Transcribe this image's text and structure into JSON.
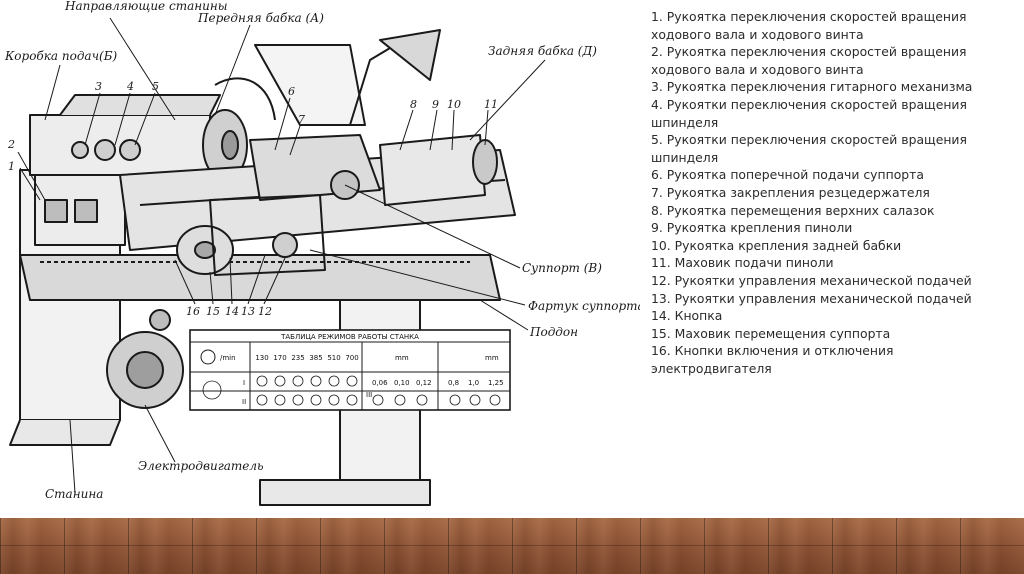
{
  "diagram": {
    "labels": {
      "guides": "Направляющие станины",
      "headstock": "Передняя бабка (А)",
      "feed_box": "Коробка подач(Б)",
      "tailstock": "Задняя бабка (Д)",
      "carriage": "Суппорт (В)",
      "apron": "Фартук суппорта (Г)",
      "tray": "Поддон",
      "motor": "Электродвигатель",
      "bed": "Станина"
    },
    "callouts": [
      "1",
      "2",
      "3",
      "4",
      "5",
      "6",
      "7",
      "8",
      "9",
      "10",
      "11",
      "12",
      "13",
      "14",
      "15",
      "16"
    ],
    "mode_table": {
      "title": "ТАБЛИЦА РЕЖИМОВ РАБОТЫ СТАНКА",
      "rpm_unit": "/min",
      "speeds": [
        "130",
        "170",
        "235",
        "385",
        "510",
        "700"
      ],
      "feed_unit": "mm",
      "feeds_a": [
        "0,06",
        "0,10",
        "0,12"
      ],
      "feeds_b": [
        "0,8",
        "1,0",
        "1,25"
      ],
      "roman": [
        "I",
        "II",
        "III"
      ]
    }
  },
  "legend": [
    "1. Рукоятка переключения скоростей вращения ходового вала и ходового винта",
    "2. Рукоятка переключения скоростей вращения ходового вала и ходового винта",
    "3. Рукоятка переключения гитарного механизма",
    "4. Рукоятки переключения скоростей вращения шпинделя",
    "5. Рукоятки переключения скоростей вращения шпинделя",
    "6. Рукоятка поперечной подачи суппорта",
    "7. Рукоятка закрепления резцедержателя",
    "8. Рукоятка перемещения верхних салазок",
    "9. Рукоятка крепления пиноли",
    "10. Рукоятка крепления задней бабки",
    "11. Маховик подачи пиноли",
    "12. Рукоятки управления механической подачей",
    "13. Рукоятки управления механической подачей",
    "14. Кнопка",
    "15. Маховик перемещения суппорта",
    "16. Кнопки включения и отключения электродвигателя"
  ]
}
